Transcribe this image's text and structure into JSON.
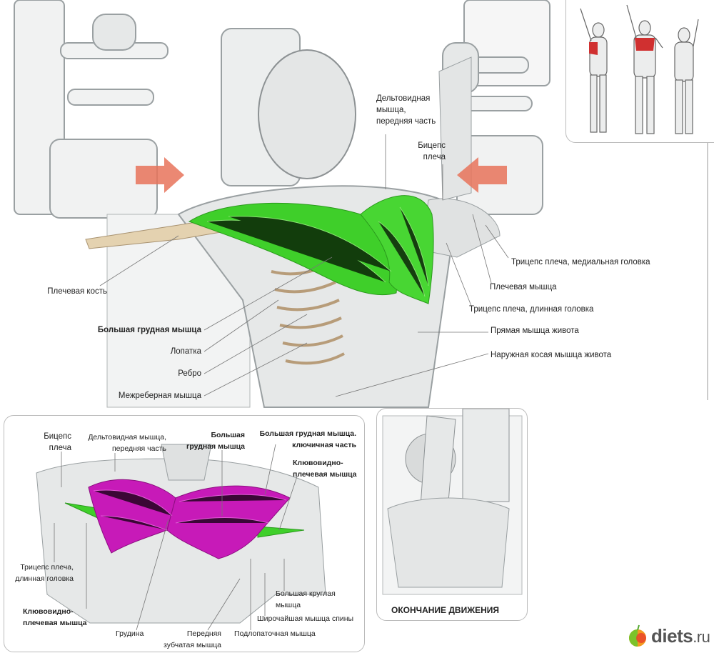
{
  "main_labels": {
    "deltoid_anterior": [
      "Дельтовидная",
      "мышца,",
      "передняя часть"
    ],
    "biceps": [
      "Бицепс",
      "плеча"
    ],
    "triceps_medial": "Трицепс плеча, медиальная головка",
    "brachialis": "Плечевая мышца",
    "triceps_long": "Трицепс плеча, длинная головка",
    "rectus_abdominis": "Прямая мышца живота",
    "external_oblique": "Наружная косая мышца живота",
    "humerus": "Плечевая кость",
    "pectoralis_major": "Большая грудная мышца",
    "scapula": "Лопатка",
    "rib": "Ребро",
    "intercostal": "Межреберная мышца"
  },
  "detail_labels": {
    "biceps": [
      "Бицепс",
      "плеча"
    ],
    "deltoid_anterior": [
      "Дельтовидная мышца,",
      "передняя часть"
    ],
    "pectoralis_major": [
      "Большая",
      "грудная мышца"
    ],
    "pectoralis_clavicular": [
      "Большая грудная мышца.",
      "ключичная часть"
    ],
    "coracobrachialis_right": [
      "Клювовидно-",
      "плечевая мышца"
    ],
    "triceps_long": [
      "Трицепс плеча,",
      "длинная головка"
    ],
    "coracobrachialis_left": [
      "Клювовидно-",
      "плечевая мышца"
    ],
    "sternum": "Грудина",
    "serratus_anterior": [
      "Передняя",
      "зубчатая мышца"
    ],
    "subscapularis": "Подлопаточная мышца",
    "latissimus": "Широчайшая мышца спины",
    "teres_major": [
      "Большая круглая",
      "мышца"
    ]
  },
  "end_panel": {
    "caption": "ОКОНЧАНИЕ ДВИЖЕНИЯ"
  },
  "logo": {
    "name": "diets",
    "tld": ".ru"
  },
  "colors": {
    "target_muscle": "#3fcf2a",
    "detail_muscle": "#c71ab8",
    "arrow": "#e8735a",
    "sketch": "#bfc3c4"
  }
}
